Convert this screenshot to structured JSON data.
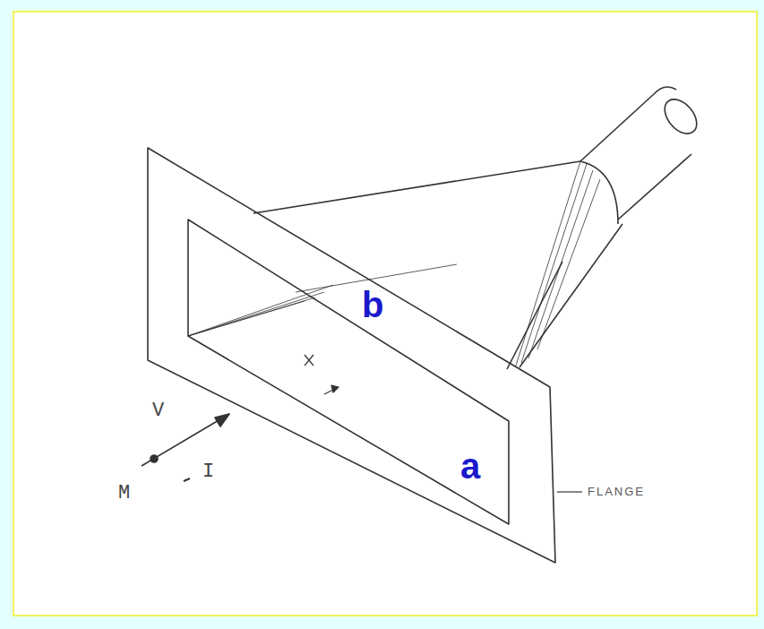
{
  "diagram": {
    "labels": [
      "b",
      "a",
      "V",
      "M",
      "I",
      "FLANGE"
    ]
  }
}
